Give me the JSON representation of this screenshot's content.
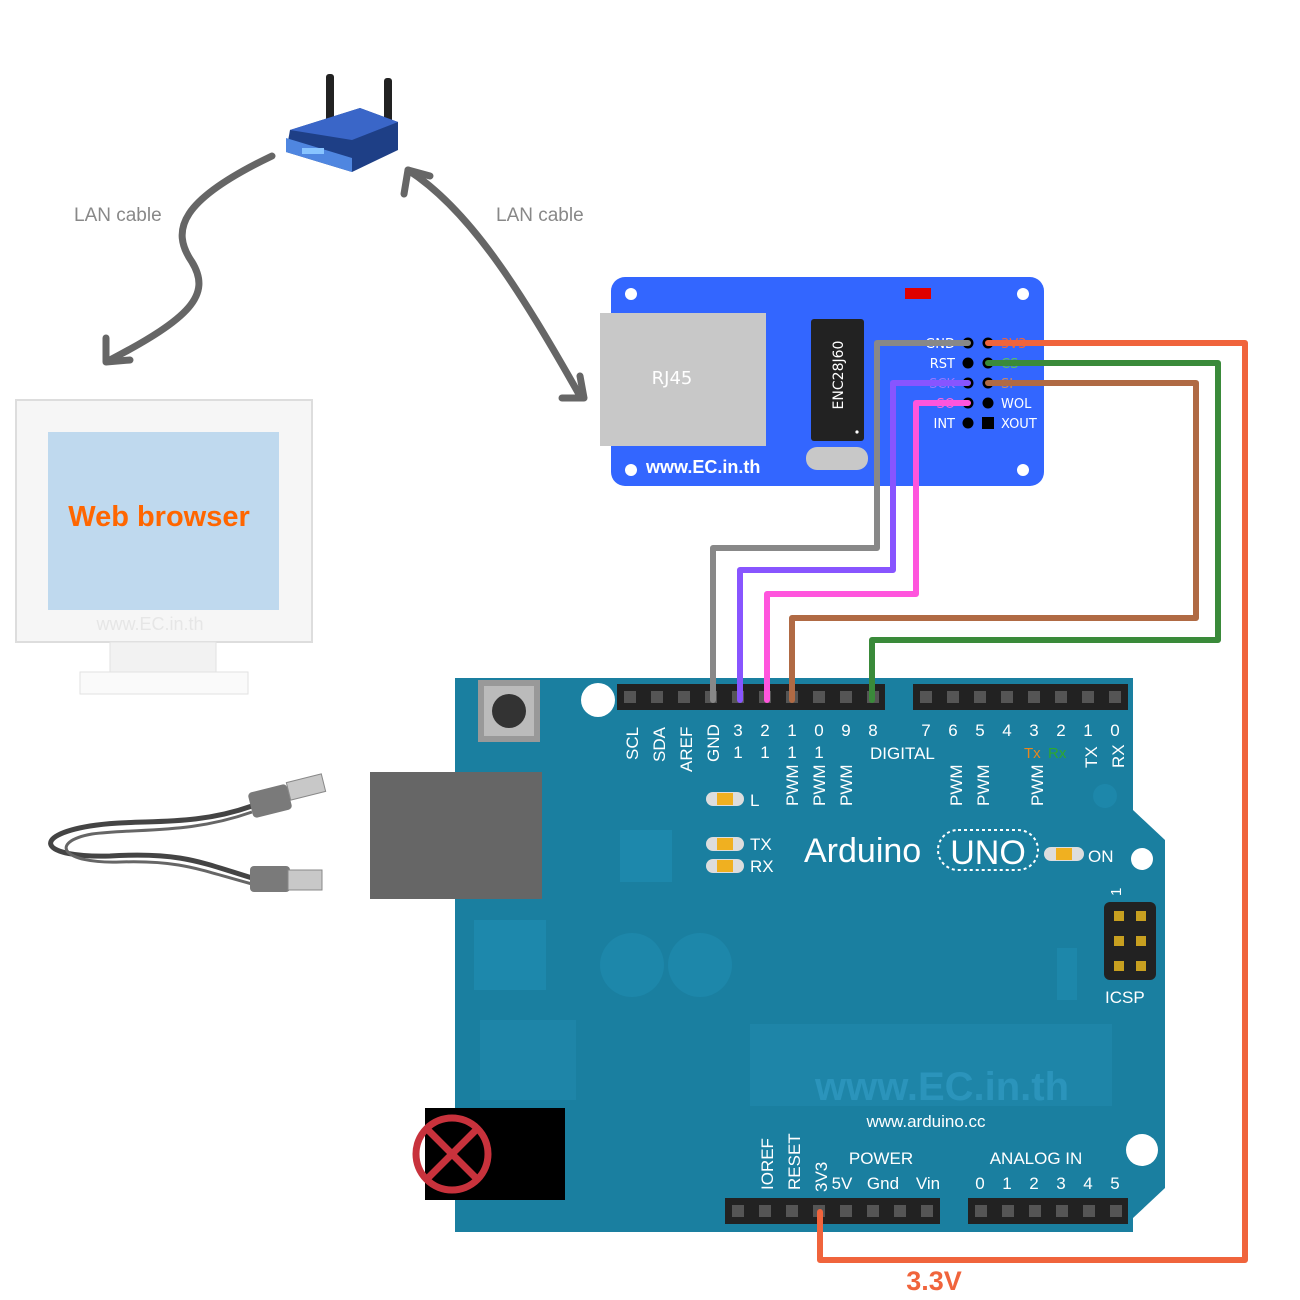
{
  "labels": {
    "lan_cable_left": "LAN cable",
    "lan_cable_right": "LAN cable",
    "web_browser": "Web browser",
    "monitor_watermark": "www.EC.in.th",
    "voltage": "3.3V"
  },
  "enc_module": {
    "rj45": "RJ45",
    "chip": "ENC28J60",
    "url": "www.EC.in.th",
    "pins_left": [
      "GND",
      "RST",
      "SCK",
      "SO",
      "INT"
    ],
    "pins_right": [
      "3V3",
      "CS",
      "SI",
      "WOL",
      "XOUT"
    ]
  },
  "arduino": {
    "digital_pins": [
      "SCL",
      "SDA",
      "AREF",
      "GND",
      "13",
      "12",
      "11",
      "10",
      "9",
      "8",
      "7",
      "6",
      "5",
      "4",
      "3",
      "2",
      "1",
      "0"
    ],
    "pin_13_top": "3",
    "pin_13_bot": "1",
    "pin_12_top": "2",
    "pin_12_bot": "1",
    "pin_11_top": "1",
    "pin_11_bot": "1",
    "pin_10_top": "0",
    "pin_10_bot": "1",
    "pin_9": "9",
    "pin_8": "8",
    "pin_7": "7",
    "pin_6": "6",
    "pin_5": "5",
    "pin_4": "4",
    "pin_3": "3",
    "pin_2": "2",
    "pin_1": "1",
    "pin_0": "0",
    "digital_label": "DIGITAL",
    "pwm": "PWM",
    "tx": "TX",
    "rx": "RX",
    "tx_led": "Tx",
    "rx_led": "Rx",
    "led_l": "L",
    "led_tx": "TX",
    "led_rx": "RX",
    "led_on": "ON",
    "brand": "Arduino",
    "model": "UNO",
    "icsp": "ICSP",
    "icsp_pin1": "1",
    "watermark": "www.EC.in.th",
    "url": "www.arduino.cc",
    "power_label": "POWER",
    "analog_label": "ANALOG IN",
    "power_pins": [
      "IOREF",
      "RESET",
      "3V3",
      "5V",
      "Gnd",
      "Vin"
    ],
    "analog_pins": [
      "0",
      "1",
      "2",
      "3",
      "4",
      "5"
    ]
  },
  "colors": {
    "board": "#1a7fa0",
    "module": "#3366ff",
    "wire_3v3": "#f0643c",
    "wire_cs": "#3a8a3a",
    "wire_si": "#b06a44",
    "wire_so": "#ff55dd",
    "wire_sck": "#8855ff",
    "wire_gnd": "#888888",
    "web_browser_text": "#ff6600"
  }
}
